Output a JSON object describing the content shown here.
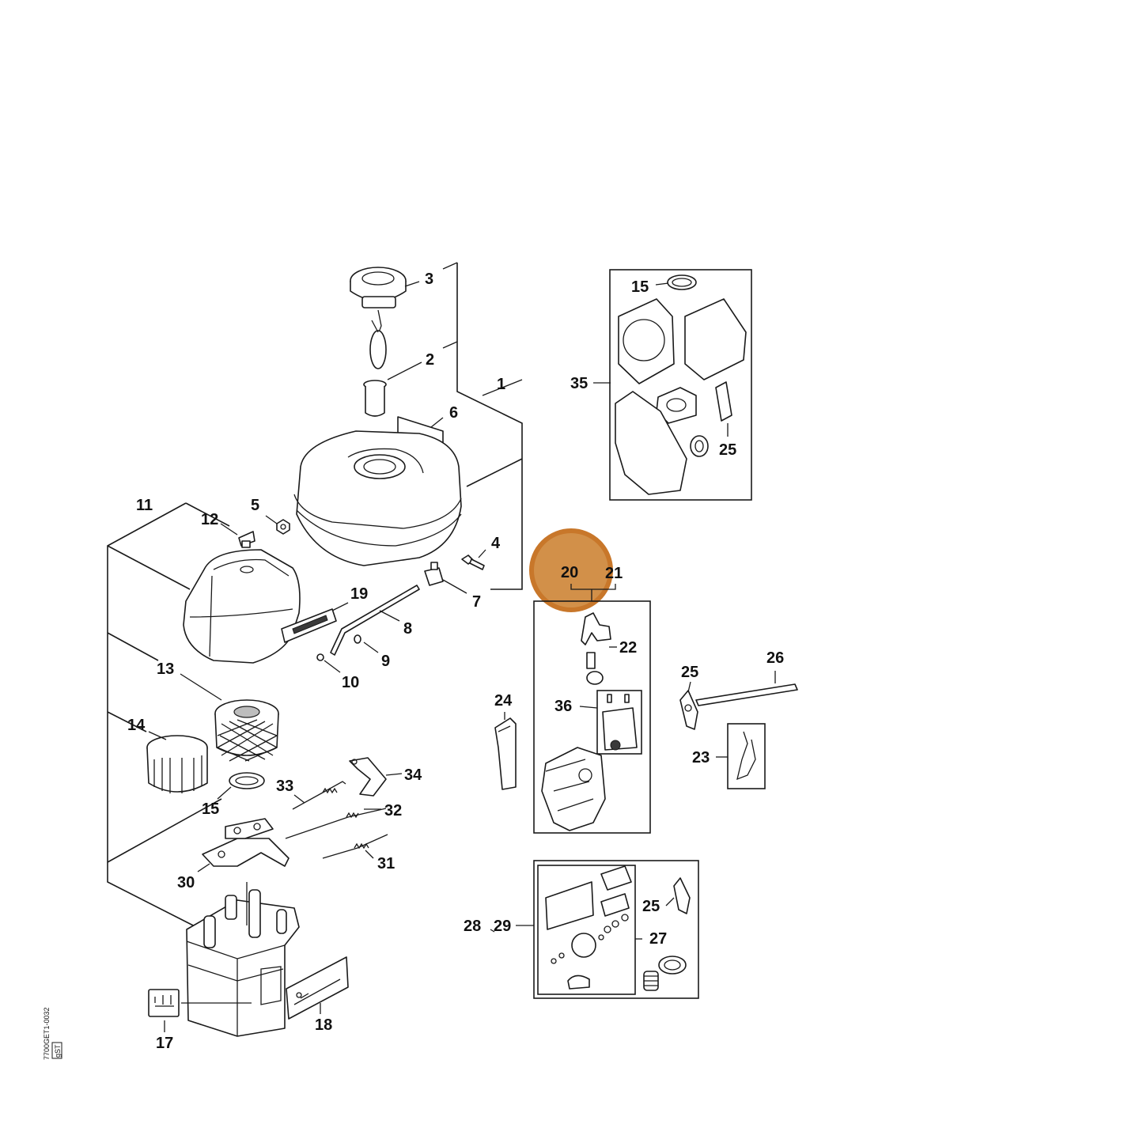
{
  "diagram": {
    "highlight_color": "#c8772a",
    "highlighted_part": "20",
    "side_code": "7700GET1-0032",
    "side_tag": "gST",
    "callouts": {
      "c1": "1",
      "c2": "2",
      "c3": "3",
      "c4": "4",
      "c5": "5",
      "c6": "6",
      "c7": "7",
      "c8": "8",
      "c9": "9",
      "c10": "10",
      "c11": "11",
      "c12": "12",
      "c13": "13",
      "c14": "14",
      "c15a": "15",
      "c15b": "15",
      "c17": "17",
      "c18": "18",
      "c19": "19",
      "c20": "20",
      "c21": "21",
      "c22": "22",
      "c23": "23",
      "c24": "24",
      "c25a": "25",
      "c25b": "25",
      "c25c": "25",
      "c26": "26",
      "c27": "27",
      "c28": "28",
      "c29": "29",
      "c30": "30",
      "c31": "31",
      "c32": "32",
      "c33": "33",
      "c34": "34",
      "c35": "35",
      "c36": "36"
    }
  }
}
